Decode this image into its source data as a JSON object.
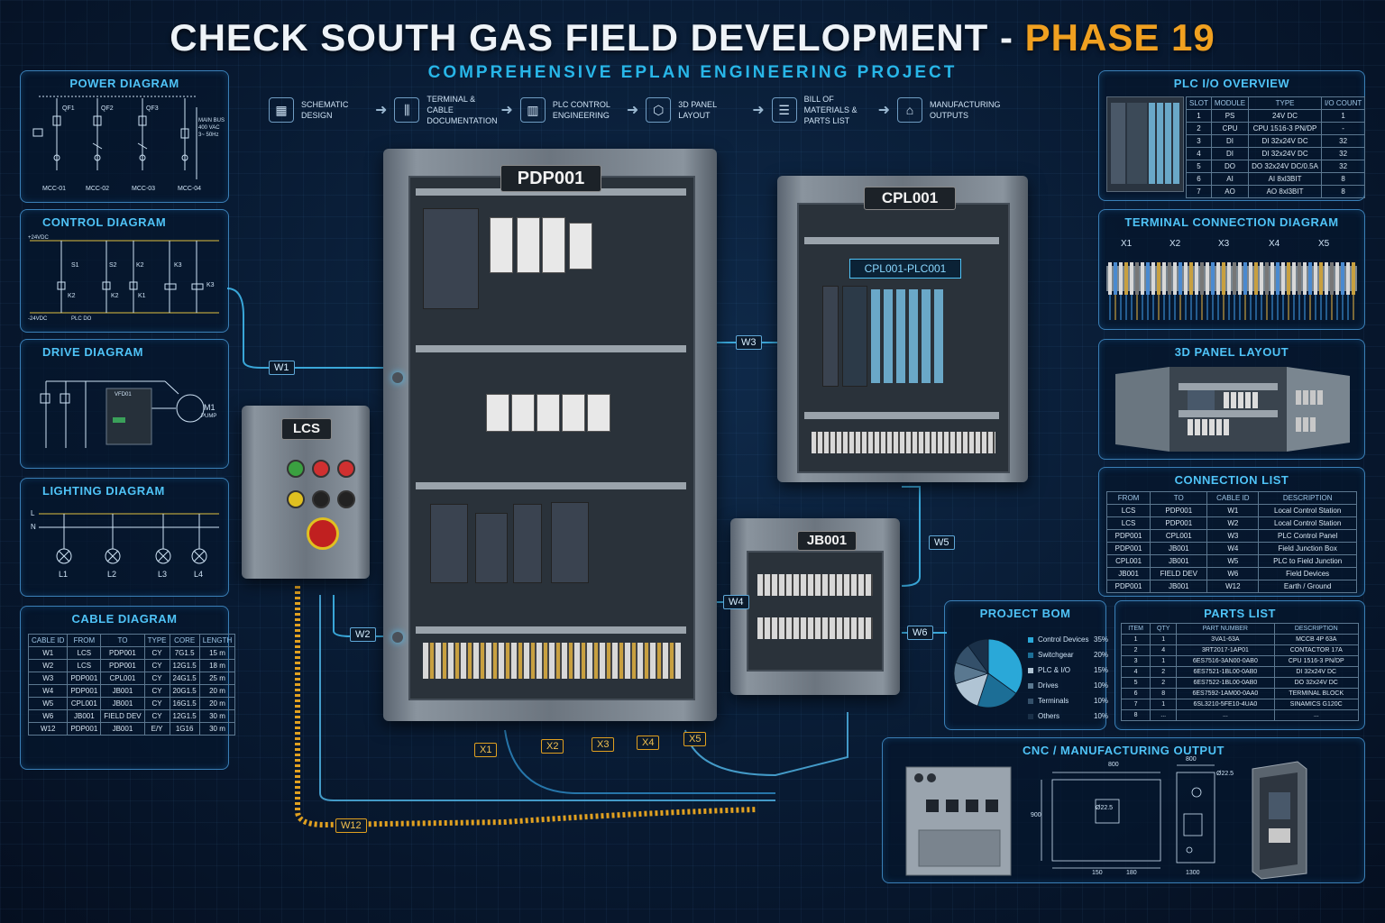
{
  "title": {
    "main": "CHECK SOUTH GAS FIELD DEVELOPMENT - ",
    "accent": "PHASE 19",
    "subtitle": "COMPREHENSIVE EPLAN ENGINEERING PROJECT"
  },
  "colors": {
    "accent": "#f0a020",
    "cyan": "#4fc3f7",
    "panel_border": "#3a7fb6"
  },
  "workflow": [
    {
      "icon": "schematic-icon",
      "label": "SCHEMATIC DESIGN"
    },
    {
      "icon": "terminal-icon",
      "label": "TERMINAL & CABLE DOCUMENTATION"
    },
    {
      "icon": "plc-icon",
      "label": "PLC CONTROL ENGINEERING"
    },
    {
      "icon": "cube-icon",
      "label": "3D PANEL LAYOUT"
    },
    {
      "icon": "document-icon",
      "label": "BILL OF MATERIALS & PARTS LIST"
    },
    {
      "icon": "factory-icon",
      "label": "MANUFACTURING OUTPUTS"
    }
  ],
  "power": {
    "title": "POWER DIAGRAM",
    "qf": [
      "QF1",
      "QF2",
      "QF3"
    ],
    "mcc": [
      "MCC-01",
      "MCC-02",
      "MCC-03",
      "MCC-04"
    ],
    "bus": "MAIN BUS",
    "volt": "400 VAC",
    "freq": "3~ 50Hz"
  },
  "control": {
    "title": "CONTROL DIAGRAM",
    "top": "+24VDC",
    "bottom": "-24VDC",
    "plc": "PLC DO",
    "s": [
      "S1",
      "S2",
      "K2",
      "K3"
    ],
    "k": [
      "K2",
      "K2",
      "K1",
      "K3"
    ]
  },
  "drive": {
    "title": "DRIVE DIAGRAM",
    "vfd": "VFD01",
    "motor": "M1",
    "pump": "PUMP"
  },
  "lighting": {
    "title": "LIGHTING DIAGRAM",
    "l": "L",
    "n": "N",
    "lamps": [
      "L1",
      "L2",
      "L3",
      "L4"
    ]
  },
  "cable": {
    "title": "CABLE DIAGRAM",
    "headers": [
      "CABLE ID",
      "FROM",
      "TO",
      "TYPE",
      "CORE",
      "LENGTH"
    ],
    "rows": [
      [
        "W1",
        "LCS",
        "PDP001",
        "CY",
        "7G1.5",
        "15 m"
      ],
      [
        "W2",
        "LCS",
        "PDP001",
        "CY",
        "12G1.5",
        "18 m"
      ],
      [
        "W3",
        "PDP001",
        "CPL001",
        "CY",
        "24G1.5",
        "25 m"
      ],
      [
        "W4",
        "PDP001",
        "JB001",
        "CY",
        "20G1.5",
        "20 m"
      ],
      [
        "W5",
        "CPL001",
        "JB001",
        "CY",
        "16G1.5",
        "20 m"
      ],
      [
        "W6",
        "JB001",
        "FIELD DEV",
        "CY",
        "12G1.5",
        "30 m"
      ],
      [
        "W12",
        "PDP001",
        "JB001",
        "E/Y",
        "1G16",
        "30 m"
      ]
    ]
  },
  "plc": {
    "title": "PLC I/O OVERVIEW",
    "headers": [
      "SLOT",
      "MODULE",
      "TYPE",
      "I/O COUNT"
    ],
    "rows": [
      [
        "1",
        "PS",
        "24V DC",
        "1"
      ],
      [
        "2",
        "CPU",
        "CPU 1516-3 PN/DP",
        "-"
      ],
      [
        "3",
        "DI",
        "DI 32x24V DC",
        "32"
      ],
      [
        "4",
        "DI",
        "DI 32x24V DC",
        "32"
      ],
      [
        "5",
        "DO",
        "DO 32x24V DC/0.5A",
        "32"
      ],
      [
        "6",
        "AI",
        "AI 8xl3BIT",
        "8"
      ],
      [
        "7",
        "AO",
        "AO 8xl3BIT",
        "8"
      ]
    ]
  },
  "terminal": {
    "title": "TERMINAL CONNECTION DIAGRAM",
    "strips": [
      "X1",
      "X2",
      "X3",
      "X4",
      "X5"
    ]
  },
  "panel3d": {
    "title": "3D PANEL LAYOUT"
  },
  "connection": {
    "title": "CONNECTION LIST",
    "headers": [
      "FROM",
      "TO",
      "CABLE ID",
      "DESCRIPTION"
    ],
    "rows": [
      [
        "LCS",
        "PDP001",
        "W1",
        "Local Control Station"
      ],
      [
        "LCS",
        "PDP001",
        "W2",
        "Local Control Station"
      ],
      [
        "PDP001",
        "CPL001",
        "W3",
        "PLC Control Panel"
      ],
      [
        "PDP001",
        "JB001",
        "W4",
        "Field Junction Box"
      ],
      [
        "CPL001",
        "JB001",
        "W5",
        "PLC to Field Junction"
      ],
      [
        "JB001",
        "FIELD DEV",
        "W6",
        "Field Devices"
      ],
      [
        "PDP001",
        "JB001",
        "W12",
        "Earth / Ground"
      ]
    ]
  },
  "bom": {
    "title": "PROJECT BOM",
    "chart_data": {
      "type": "pie",
      "categories": [
        "Control Devices",
        "Switchgear",
        "PLC & I/O",
        "Drives",
        "Terminals",
        "Others"
      ],
      "values": [
        35,
        20,
        15,
        10,
        10,
        10
      ],
      "labels": [
        "35%",
        "20%",
        "15%",
        "10%",
        "10%",
        "10%"
      ],
      "colors": [
        "#2aa8d8",
        "#1c6e96",
        "#b0c4d4",
        "#5a7890",
        "#34506a",
        "#1a3048"
      ]
    }
  },
  "parts": {
    "title": "PARTS LIST",
    "headers": [
      "ITEM",
      "QTY",
      "PART NUMBER",
      "DESCRIPTION"
    ],
    "rows": [
      [
        "1",
        "1",
        "3VA1-63A",
        "MCCB 4P 63A"
      ],
      [
        "2",
        "4",
        "3RT2017-1AP01",
        "CONTACTOR 17A"
      ],
      [
        "3",
        "1",
        "6ES7516-3AN00-0AB0",
        "CPU 1516-3 PN/DP"
      ],
      [
        "4",
        "2",
        "6ES7521-1BL00-0AB0",
        "DI 32x24V DC"
      ],
      [
        "5",
        "2",
        "6ES7522-1BL00-0AB0",
        "DO 32x24V DC"
      ],
      [
        "6",
        "8",
        "6ES7592-1AM00-0AA0",
        "TERMINAL BLOCK"
      ],
      [
        "7",
        "1",
        "6SL3210-5FE10-4UA0",
        "SINAMICS G120C"
      ],
      [
        "8",
        "...",
        "...",
        "..."
      ]
    ]
  },
  "cnc": {
    "title": "CNC / MANUFACTURING OUTPUT",
    "dims": {
      "w1": "800",
      "h1": "900",
      "hole": "Ø22.5",
      "b1": "150",
      "b2": "180",
      "w2": "800",
      "h2": "Ø22.5",
      "b3": "1300"
    }
  },
  "cabinets": {
    "pdp": "PDP001",
    "cpl": "CPL001",
    "plc_tag": "CPL001-PLC001",
    "lcs": "LCS",
    "jb": "JB001"
  },
  "wires": {
    "w1": "W1",
    "w2": "W2",
    "w3": "W3",
    "w4": "W4",
    "w5": "W5",
    "w6": "W6",
    "w12": "W12"
  },
  "terminals": [
    "X1",
    "X2",
    "X3",
    "X4",
    "X5"
  ]
}
